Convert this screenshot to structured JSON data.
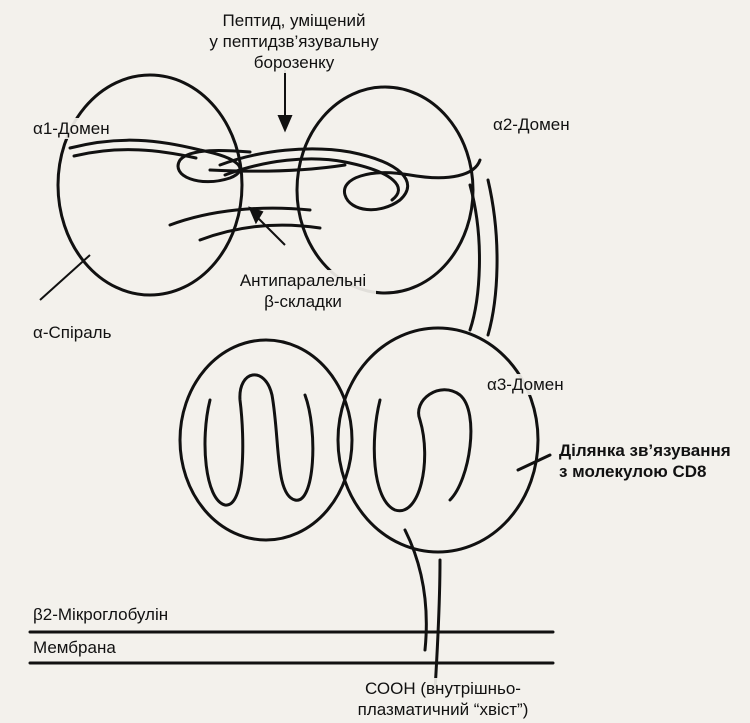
{
  "labels": {
    "peptide_line1": "Пептид, уміщений",
    "peptide_line2": "у пептидзв’язувальну",
    "peptide_line3": "борозенку",
    "alpha1_domain": "α1-Домен",
    "alpha2_domain": "α2-Домен",
    "alpha3_domain": "α3-Домен",
    "alpha_helix": "α-Спіраль",
    "beta_line1": "Антипаралельні",
    "beta_line2": "β-складки",
    "cd8_line1": "Ділянка зв’язування",
    "cd8_line2": "з молекулою CD8",
    "b2m": "β2-Мікроглобулін",
    "membrane": "Мембрана",
    "cooh_line1": "СООН (внутрішньо-",
    "cooh_line2": "плазматичний “хвіст”)"
  },
  "colors": {
    "ink": "#111111",
    "paper": "#f3f1ec"
  }
}
